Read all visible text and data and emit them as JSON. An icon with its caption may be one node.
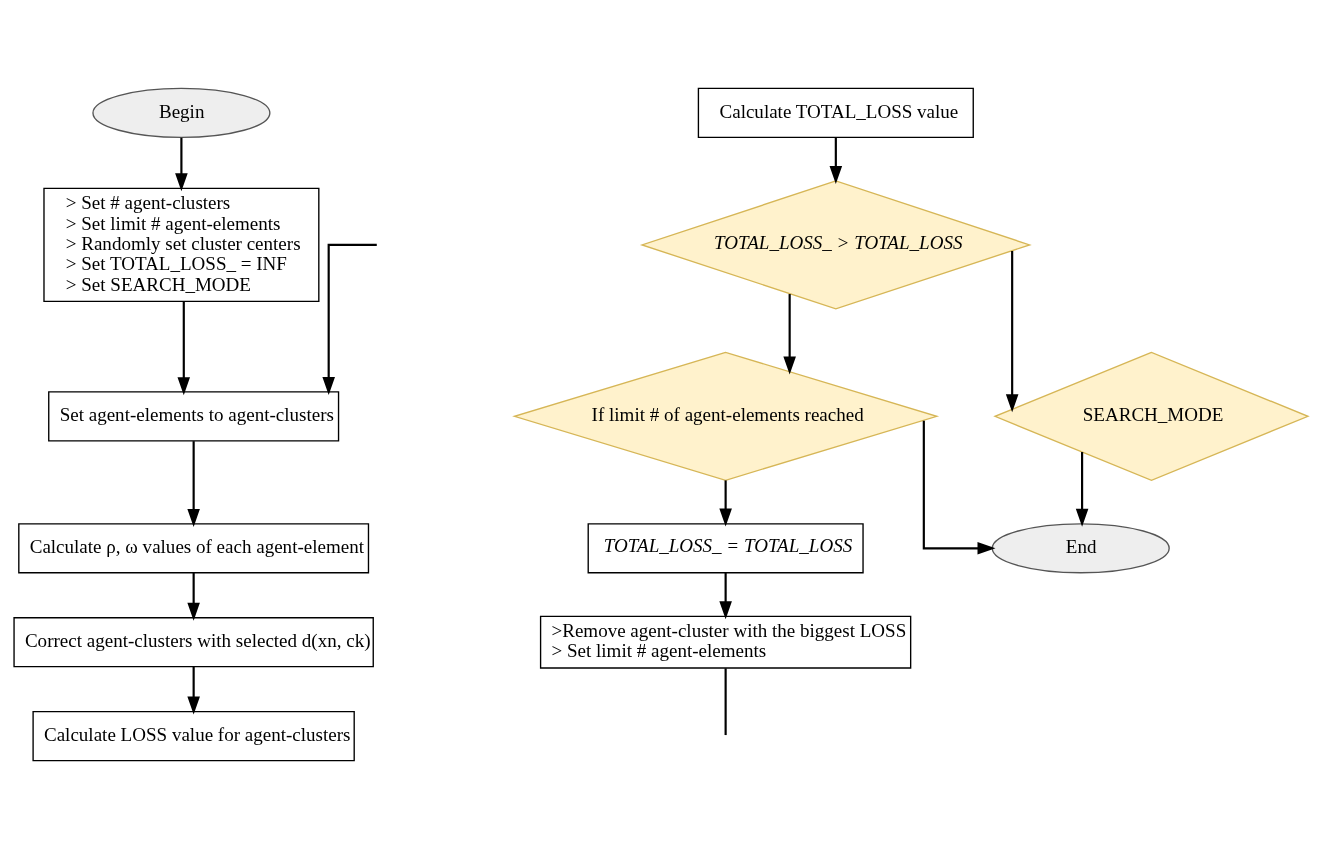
{
  "diagram": {
    "nodes": [
      {
        "text": [
          "Begin"
        ]
      },
      {
        "text": [
          "> Set # agent-clusters",
          "> Set limit # agent-elements",
          "> Randomly set cluster centers",
          "> Set TOTAL_LOSS_ = INF",
          "> Set SEARCH_MODE"
        ]
      },
      {
        "text": [
          "Set agent-elements to agent-clusters"
        ]
      },
      {
        "text": [
          "Calculate ρ, ω values of each agent-element"
        ]
      },
      {
        "text": [
          "Correct agent-clusters with selected d(xn, ck)"
        ]
      },
      {
        "text": [
          "Calculate LOSS value for agent-clusters"
        ]
      },
      {
        "text": [
          "Calculate TOTAL_LOSS value"
        ]
      },
      {
        "text": [
          "TOTAL_LOSS_ > TOTAL_LOSS"
        ]
      },
      {
        "text": [
          "If limit # of agent-elements reached"
        ]
      },
      {
        "text": [
          "SEARCH_MODE"
        ]
      },
      {
        "text": [
          "TOTAL_LOSS_ = TOTAL_LOSS"
        ]
      },
      {
        "text": [
          ">Remove agent-cluster with the biggest LOSS",
          "> Set limit # agent-elements"
        ]
      },
      {
        "text": [
          "End"
        ]
      }
    ],
    "edges": [
      {
        "from": 0,
        "to": 1,
        "arrow": "to"
      },
      {
        "from": 1,
        "to": 2,
        "arrow": "to"
      },
      {
        "from": 2,
        "to": 3,
        "arrow": "to"
      },
      {
        "from": 3,
        "to": 4,
        "arrow": "to"
      },
      {
        "from": 4,
        "to": 5,
        "arrow": "to"
      },
      {
        "from": null,
        "to": 2,
        "arrow": "to"
      },
      {
        "from": 6,
        "to": 7,
        "arrow": "to"
      },
      {
        "from": 7,
        "to": 8,
        "arrow": "to"
      },
      {
        "from": 7,
        "to": 9,
        "arrow": "to"
      },
      {
        "from": 8,
        "to": 10,
        "arrow": "to"
      },
      {
        "from": 10,
        "to": 11,
        "arrow": "to"
      },
      {
        "from": 11,
        "to": null,
        "arrow": "none"
      },
      {
        "from": 9,
        "to": 12,
        "arrow": "to"
      },
      {
        "from": 8,
        "to": 12,
        "arrow": "to"
      }
    ]
  }
}
